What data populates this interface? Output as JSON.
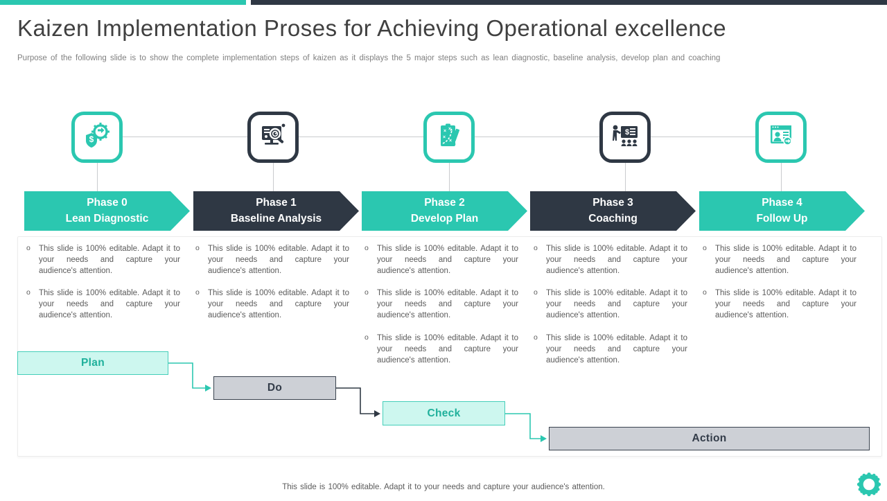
{
  "colors": {
    "teal": "#2BC7B0",
    "dark": "#2F3844",
    "teal-light": "#CDF7EF",
    "teal-border": "#44CEB9",
    "teal-text": "#1FB09B",
    "gray-fill": "#CDD0D6",
    "gray-border": "#39424E",
    "gray-text": "#333C49",
    "line": "#C9CBCE",
    "frame": "#ECECEC",
    "body-text": "#5A5A5A",
    "title": "#404040",
    "subtitle": "#808080"
  },
  "header": {
    "title": "Kaizen Implementation Proses for Achieving Operational excellence",
    "subtitle": "Purpose of the following slide is to show the complete implementation steps of kaizen as it displays the 5 major steps such as lean diagnostic, baseline analysis, develop plan and coaching"
  },
  "phases": [
    {
      "label_line1": "Phase 0",
      "label_line2": "Lean Diagnostic",
      "theme": "teal",
      "icon": "money-shield-gear-icon",
      "bullets": [
        "This slide is 100% editable. Adapt it to your needs and capture your audience's attention.",
        "This slide is 100% editable. Adapt it to your needs and capture your audience's attention."
      ]
    },
    {
      "label_line1": "Phase 1",
      "label_line2": "Baseline Analysis",
      "theme": "dark",
      "icon": "monitor-magnifier-icon",
      "bullets": [
        "This slide is 100% editable. Adapt it to your needs and capture your audience's attention.",
        "This slide is 100% editable. Adapt it to your needs and capture your audience's attention."
      ]
    },
    {
      "label_line1": "Phase 2",
      "label_line2": "Develop Plan",
      "theme": "teal",
      "icon": "strategy-clipboard-icon",
      "bullets": [
        "This slide is 100% editable. Adapt it to your needs and capture your audience's attention.",
        "This slide is 100% editable. Adapt it to your needs and capture your audience's attention.",
        "This slide is 100% editable. Adapt it to your needs and capture your audience's attention."
      ]
    },
    {
      "label_line1": "Phase 3",
      "label_line2": "Coaching",
      "theme": "dark",
      "icon": "presenter-board-icon",
      "bullets": [
        "This slide is 100% editable. Adapt it to your needs and capture your audience's attention.",
        "This slide is 100% editable. Adapt it to your needs and capture your audience's attention.",
        "This slide is 100% editable. Adapt it to your needs and capture your audience's attention."
      ]
    },
    {
      "label_line1": "Phase 4",
      "label_line2": "Follow Up",
      "theme": "teal",
      "icon": "profile-window-arrow-icon",
      "bullets": [
        "This slide is 100% editable. Adapt it to your needs and capture your audience's attention.",
        "This slide is 100% editable. Adapt it to your needs and capture your audience's attention."
      ]
    }
  ],
  "pdca": [
    {
      "label": "Plan",
      "theme": "teal"
    },
    {
      "label": "Do",
      "theme": "gray"
    },
    {
      "label": "Check",
      "theme": "teal"
    },
    {
      "label": "Action",
      "theme": "gray"
    }
  ],
  "footer": {
    "note": "This slide is 100% editable. Adapt it to your needs and capture your audience's attention."
  }
}
